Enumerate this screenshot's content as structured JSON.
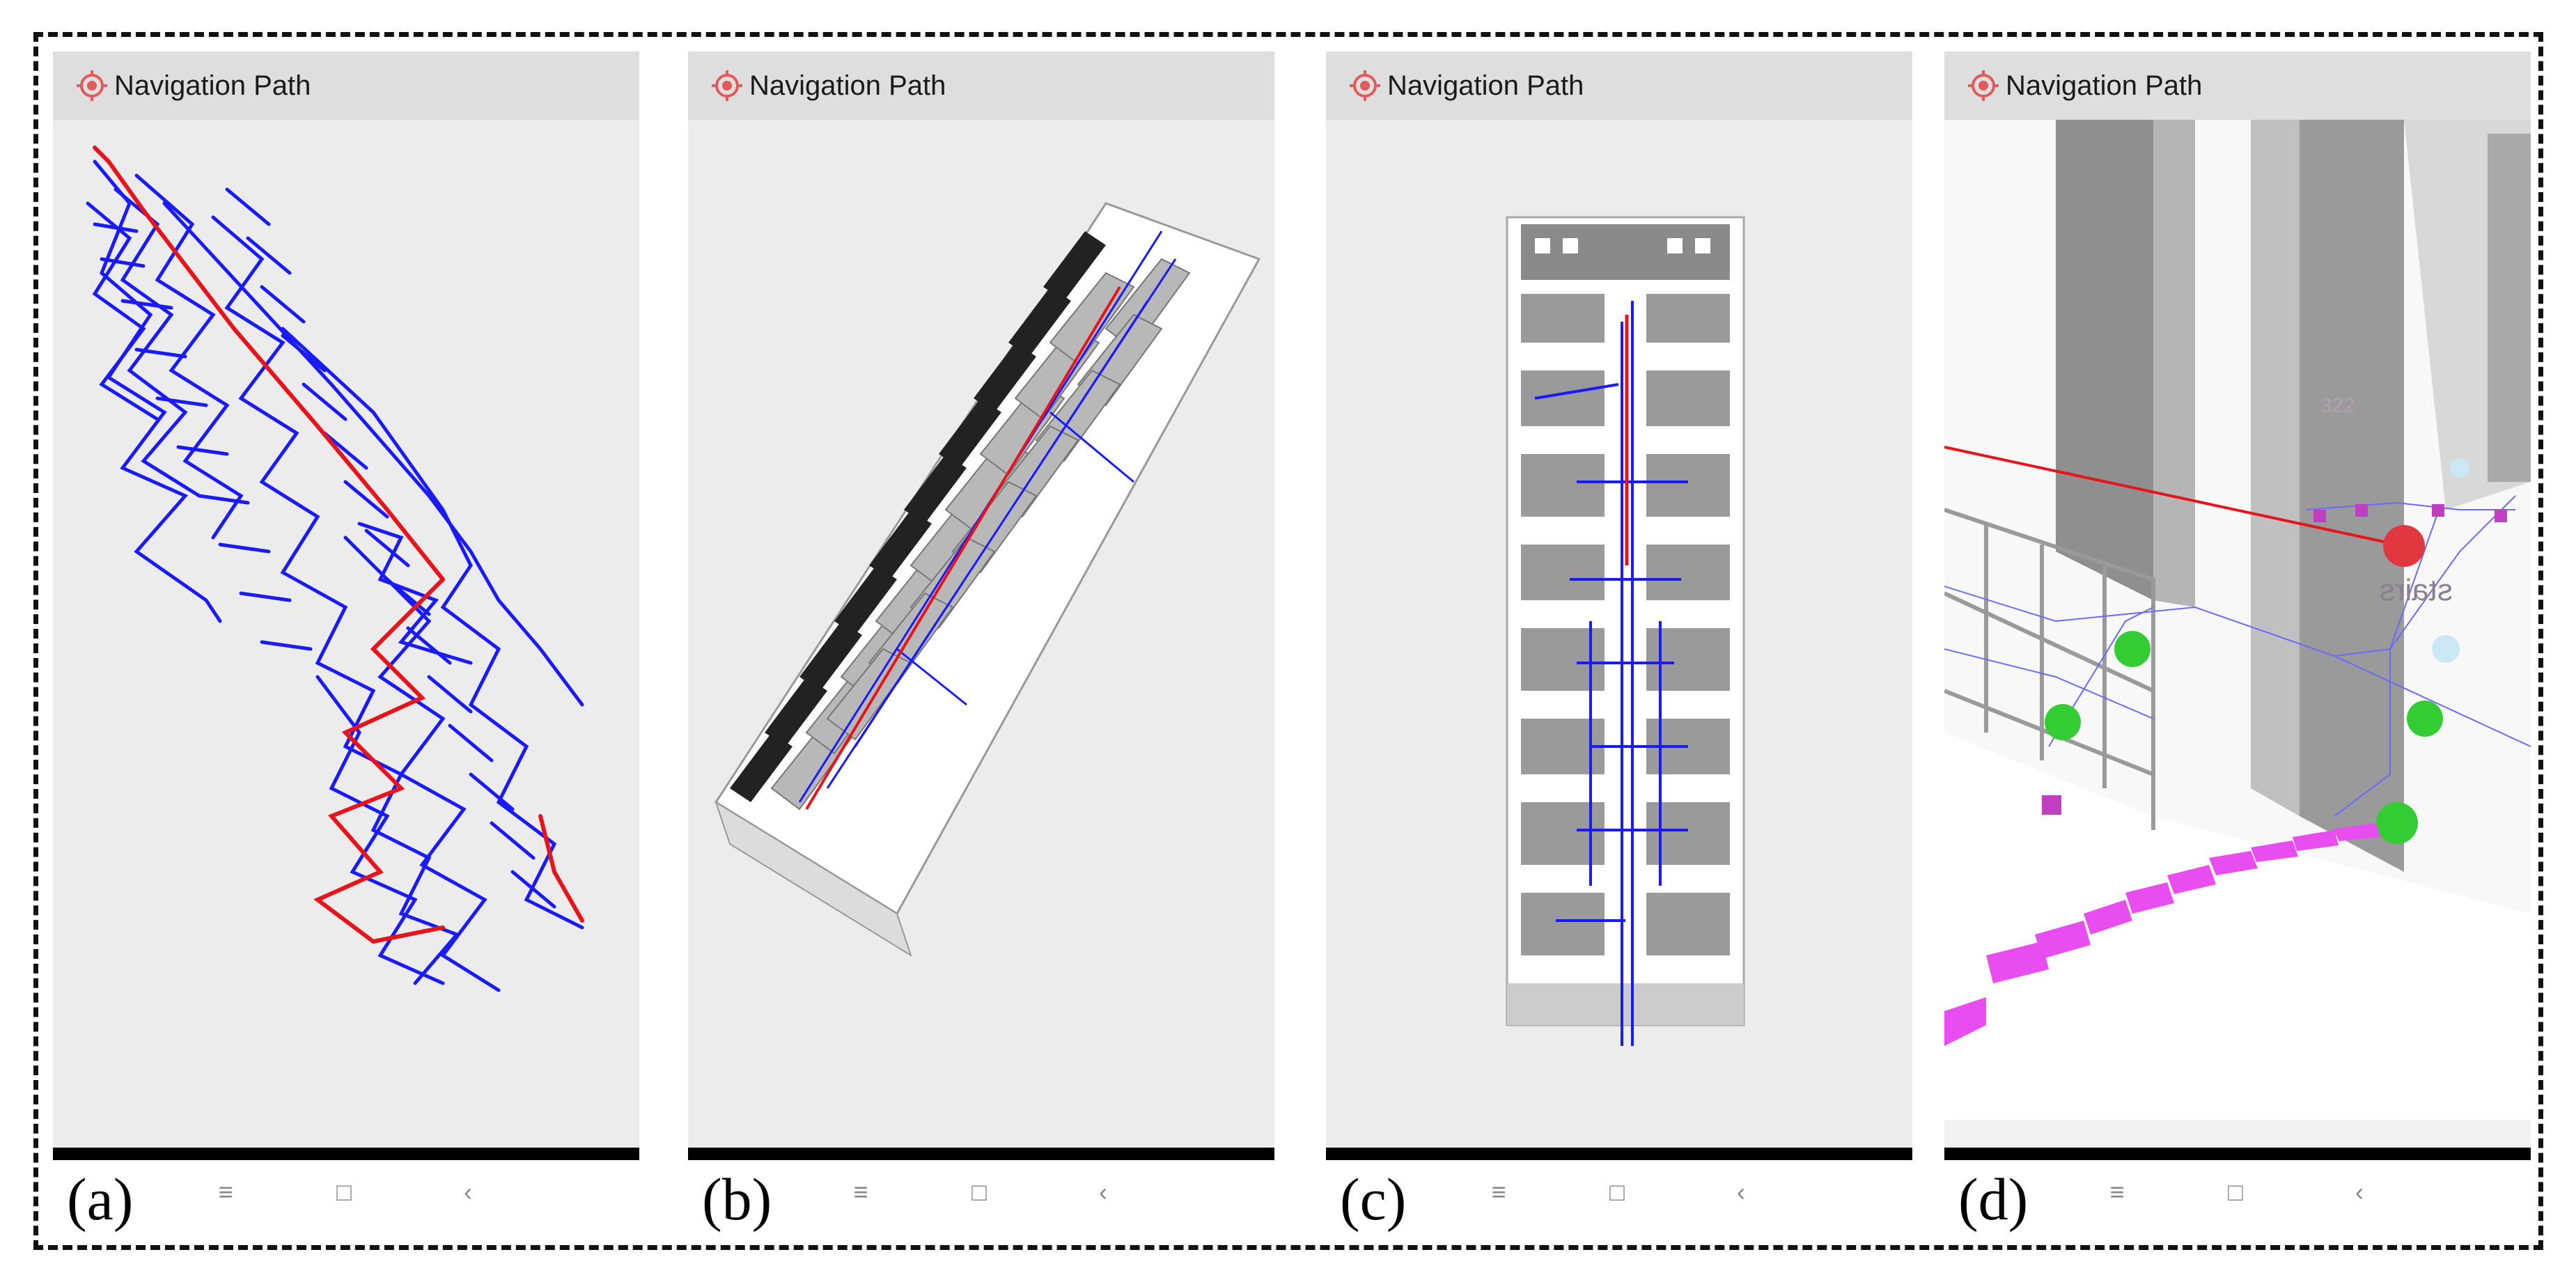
{
  "panels": [
    {
      "id": "a",
      "title": "Navigation Path",
      "label": "(a)"
    },
    {
      "id": "b",
      "title": "Navigation Path",
      "label": "(b)"
    },
    {
      "id": "c",
      "title": "Navigation Path",
      "label": "(c)"
    },
    {
      "id": "d",
      "title": "Navigation Path",
      "label": "(d)"
    }
  ],
  "scene_d": {
    "room_number": "322",
    "stairs_label": "stairs"
  },
  "system_nav": {
    "menu": "≡",
    "home": "□",
    "back": "‹"
  },
  "colors": {
    "path_route": "#e8141b",
    "path_network": "#1a1aff",
    "node_green": "#33cc33",
    "node_cyan": "#cde8f5",
    "stairs": "#e84df0",
    "nav_icon": "#e35a5a"
  }
}
